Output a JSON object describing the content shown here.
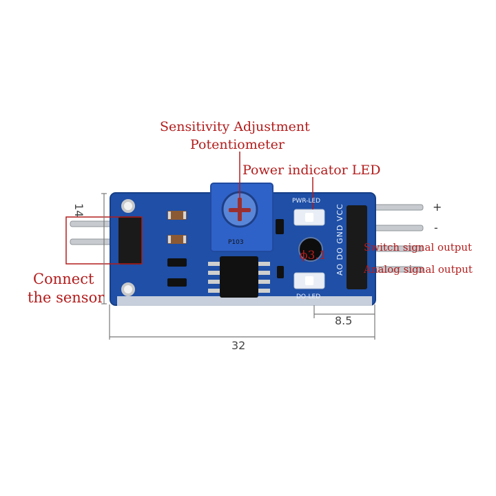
{
  "labels": {
    "potentiometer_line1": "Sensitivity Adjustment",
    "potentiometer_line2": "Potentiometer",
    "power_led": "Power indicator LED",
    "pin_plus": "+",
    "pin_minus": "-",
    "switch_output": "Switch signal output",
    "analog_output": "Analog signal output",
    "connect_line1": "Connect",
    "connect_line2": "the sensor",
    "hole_diameter": "ϕ3.1"
  },
  "dimensions": {
    "height": "14",
    "pin_offset": "8.5",
    "width": "32"
  },
  "board_silkscreen": {
    "pwr_led": "PWR-LED",
    "do_led": "DO-LED",
    "pins": "AO DO GND VCC",
    "pot_marking": "P103"
  },
  "colors": {
    "annotation": "#b31c1c",
    "pcb": "#1f4fa6",
    "potentiometer": "#2f62c8",
    "header": "#1a1a1a",
    "pins": "#b8bcc0"
  }
}
